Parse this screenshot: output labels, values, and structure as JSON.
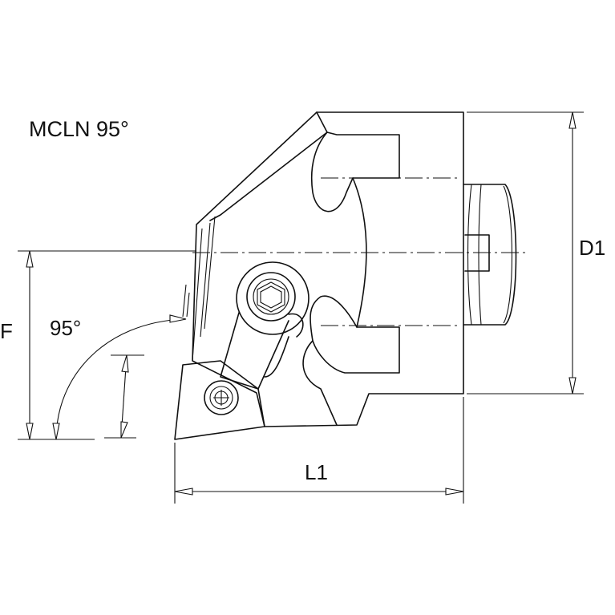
{
  "title": "MCLN 95°",
  "dimensions": {
    "diameter": "D1",
    "length": "L1",
    "offset": "F",
    "angle": "95°"
  },
  "colors": {
    "line": "#111111",
    "background": "#ffffff"
  }
}
